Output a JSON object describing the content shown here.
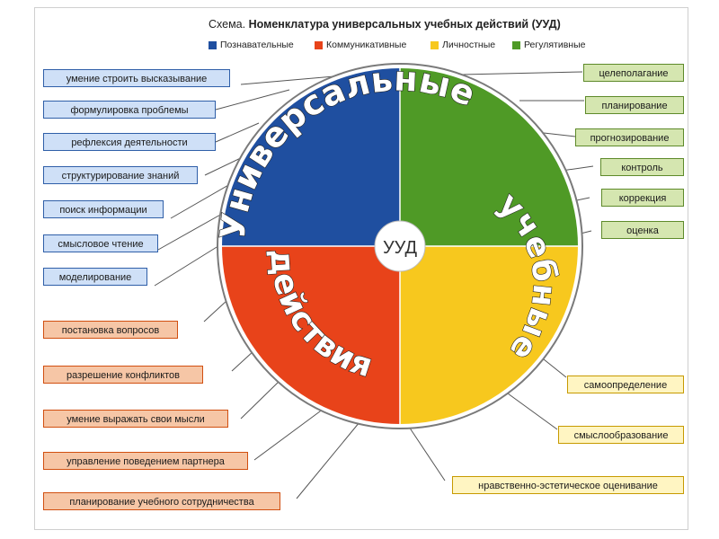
{
  "title": {
    "prefix": "Схема.",
    "main": "Номенклатура универсальных учебных действий (УУД)"
  },
  "legend": [
    {
      "label": "Познавательные",
      "color": "#1f4fa0"
    },
    {
      "label": "Коммуникативные",
      "color": "#e8431a"
    },
    {
      "label": "Личностные",
      "color": "#f7c81e"
    },
    {
      "label": "Регулятивные",
      "color": "#4f9a26"
    }
  ],
  "center_label": "УУД",
  "wheel_text": {
    "upper": "Универсальные",
    "right": "учебные",
    "lower": "действия"
  },
  "cognitive": [
    "умение строить высказывание",
    "формулировка проблемы",
    "рефлексия деятельности",
    "структурирование знаний",
    "поиск информации",
    "смысловое чтение",
    "моделирование"
  ],
  "communicative": [
    "постановка вопросов",
    "разрешение конфликтов",
    "умение выражать свои мысли",
    "управление поведением партнера",
    "планирование учебного сотрудничества"
  ],
  "regulatory": [
    "целеполагание",
    "планирование",
    "прогнозирование",
    "контроль",
    "коррекция",
    "оценка"
  ],
  "personal": [
    "самоопределение",
    "смыслообразование",
    "нравственно-эстетическое оценивание"
  ]
}
